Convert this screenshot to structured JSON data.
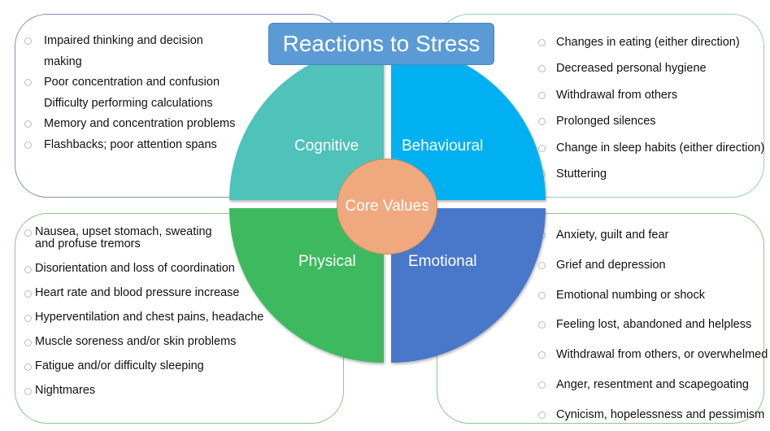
{
  "title": "Reactions to Stress",
  "core": "Core Values",
  "colors": {
    "cognitive": "#4fc2b9",
    "behavioural": "#00b0f0",
    "physical": "#3dba5e",
    "emotional": "#4a77c9",
    "core": "#f0a97e",
    "title": "#5b9bd5"
  },
  "quadrants": {
    "cognitive": "Cognitive",
    "behavioural": "Behavioural",
    "physical": "Physical",
    "emotional": "Emotional"
  },
  "cognitive_items": [
    "Impaired thinking and decision making",
    "Poor concentration and confusion",
    "Memory and concentration problems",
    "Flashbacks; poor attention spans"
  ],
  "cognitive_extra": "Difficulty performing calculations",
  "behavioural_items": [
    "Changes in eating (either direction)",
    "Decreased personal hygiene",
    "Withdrawal from others",
    "Prolonged silences",
    "Change in sleep habits (either direction)",
    "Stuttering"
  ],
  "physical_items": [
    "Nausea, upset stomach, sweating and profuse tremors",
    "Disorientation and loss of coordination",
    "Heart rate and blood pressure increase",
    "Hyperventilation and chest pains, headache",
    "Muscle soreness and/or skin problems",
    "Fatigue and/or difficulty sleeping",
    "Nightmares"
  ],
  "emotional_items": [
    "Anxiety, guilt and fear",
    "Grief and depression",
    "Emotional numbing or shock",
    "Feeling lost, abandoned and helpless",
    "Withdrawal from others, or overwhelmed",
    "Anger, resentment and scapegoating",
    "Cynicism, hopelessness and pessimism"
  ]
}
